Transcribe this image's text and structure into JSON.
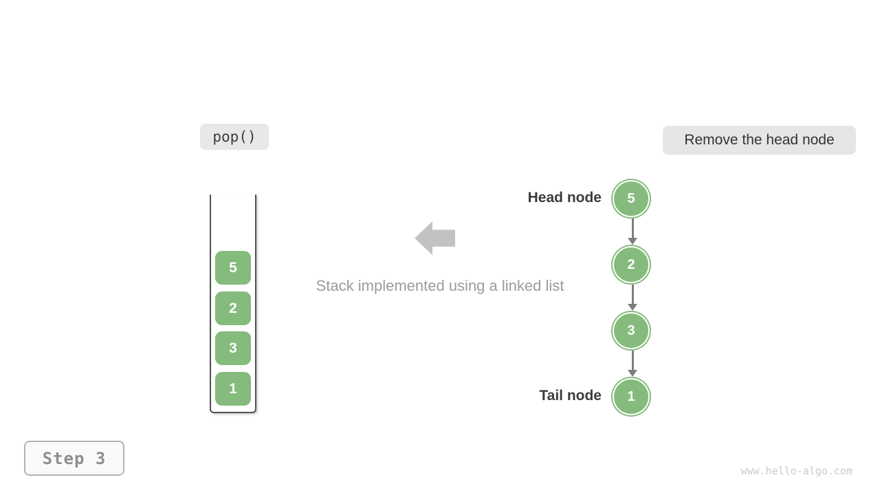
{
  "colors": {
    "node_green": "#85bb7c",
    "badge_gray": "#e8e8e8",
    "arrow_gray": "#c2c2c2",
    "connector_gray": "#7d7d7d",
    "caption_gray": "#9b9b9b",
    "label_dark": "#3c3c3c"
  },
  "pop_badge": {
    "label": "pop()"
  },
  "annotation_badge": {
    "label": "Remove the head node"
  },
  "stack": {
    "items": [
      "5",
      "2",
      "3",
      "1"
    ]
  },
  "caption": "Stack implemented using a linked list",
  "linked_list": {
    "head_label": "Head node",
    "tail_label": "Tail node",
    "nodes": [
      "5",
      "2",
      "3",
      "1"
    ]
  },
  "step_badge": {
    "label": "Step 3"
  },
  "watermark": "www.hello-algo.com"
}
